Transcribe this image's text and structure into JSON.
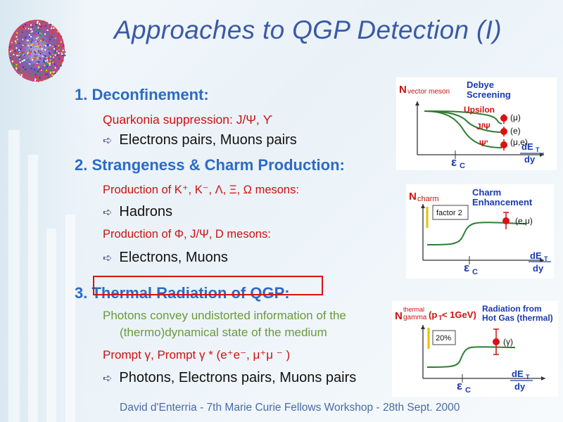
{
  "slide": {
    "title": "Approaches to QGP Detection (I)",
    "footer": "David d'Enterria  -  7th Marie Curie Fellows Workshop  -  28th Sept. 2000"
  },
  "sections": {
    "s1": {
      "heading": "1. Deconfinement:",
      "sub": "Quarkonia suppression: J/Ψ, ϒ",
      "bullet": "Electrons pairs, Muons pairs"
    },
    "s2": {
      "heading": "2. Strangeness & Charm Production:",
      "sub1": "Production of K⁺, K⁻, Λ, Ξ, Ω mesons:",
      "bullet1": "Hadrons",
      "sub2": "Production of Φ, J/Ψ, D mesons:",
      "bullet2": "Electrons, Muons"
    },
    "s3": {
      "heading": "3. Thermal Radiation of QGP:",
      "note_line1": "Photons convey undistorted information of the",
      "note_line2": "(thermo)dynamical state of the medium",
      "sub": "Prompt γ, Prompt γ * (e⁺e⁻, μ⁺μ ⁻ )",
      "bullet": "Photons, Electrons pairs, Muons pairs"
    }
  },
  "plot1": {
    "ylabel": "N",
    "ylabel_sub": "vector meson",
    "title1": "Debye",
    "title2": "Screening",
    "lbl_upsilon": "Upsilon",
    "lbl_jpsi": "J/Ψ",
    "lbl_psip": "Ψ'",
    "ch_mu": "(μ)",
    "ch_e": "(e)",
    "ch_mue": "(μ,e)",
    "x_eps": "ε",
    "x_eps_sub": "C",
    "x_num": "dE",
    "x_num_sub": "T",
    "x_den": "dy"
  },
  "plot2": {
    "ylabel": "N",
    "ylabel_sub": "charm",
    "title1": "Charm",
    "title2": "Enhancement",
    "factor": "factor 2",
    "channel": "(e,μ)",
    "x_eps": "ε",
    "x_eps_sub": "C",
    "x_num": "dE",
    "x_num_sub": "T",
    "x_den": "dy"
  },
  "plot3": {
    "ylabel": "N",
    "ylabel_sup": "thermal",
    "ylabel_sub": "gamma",
    "cut": "(p",
    "cut_sub": "T",
    "cut_rest": " < 1GeV)",
    "title1": "Radiation from",
    "title2": "Hot Gas (thermal)",
    "percent": "20%",
    "channel": "(γ)",
    "x_eps": "ε",
    "x_eps_sub": "C",
    "x_num": "dE",
    "x_num_sub": "T",
    "x_den": "dy"
  },
  "colors": {
    "title": "#3a5aa6",
    "heading": "#2b6bc4",
    "subtitle_red": "#cc1111",
    "curve_green": "#2e7d32",
    "marker_red": "#dd1111",
    "plot_label_blue": "#1a3ab0"
  }
}
